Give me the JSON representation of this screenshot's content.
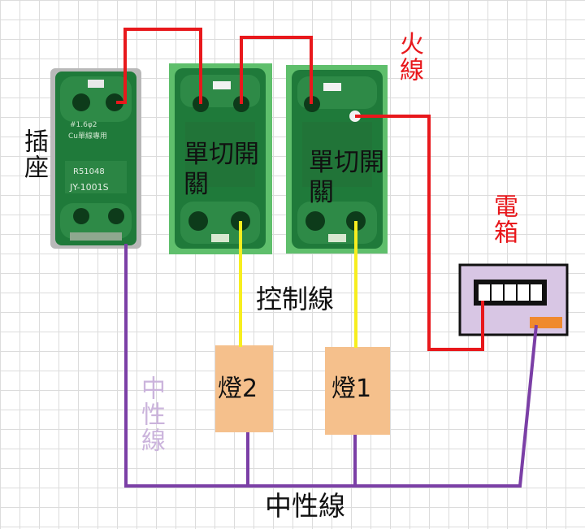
{
  "labels": {
    "outlet": "插座",
    "switch_a": "單切開關",
    "switch_b": "單切開關",
    "live_wire": "火線",
    "breaker_box": "電箱",
    "control_wire": "控制線",
    "lamp_2": "燈2",
    "lamp_1": "燈1",
    "neutral_faint": "中性線",
    "neutral_bottom": "中性線"
  },
  "outlet_print": {
    "line1": "#1.6φ2",
    "line2": "Cu單線專用",
    "line3": "R51048",
    "line4": "JY-1001S"
  },
  "colors": {
    "live_wire": "#e8181c",
    "control_wire": "#f7ee1f",
    "neutral_wire": "#7b3fa6",
    "switch_body": "#1f7a3a",
    "switch_bg": "#5fbf6c",
    "lamp": "#f5c08c",
    "box": "#d8c6e4",
    "box_tag": "#ef8a2e",
    "faint_text": "#cbb4dc"
  },
  "icons": [
    "outlet-icon",
    "switch-icon",
    "breaker-box-icon",
    "lamp-icon"
  ]
}
